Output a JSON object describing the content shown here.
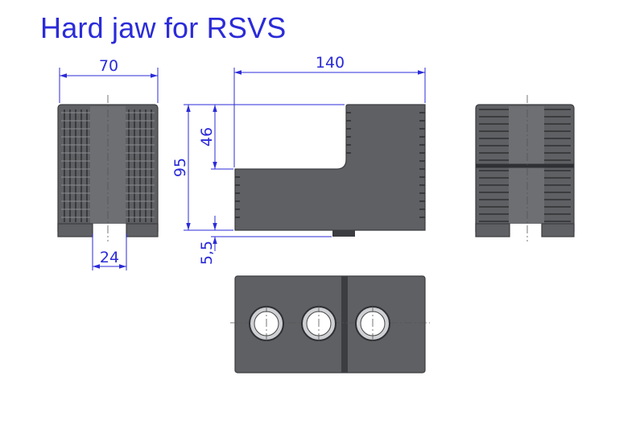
{
  "title": "Hard jaw for RSVS",
  "dimensions": {
    "width": "70",
    "length": "140",
    "height_total": "95",
    "step_height": "46",
    "key_width": "24",
    "key_height": "5,5"
  },
  "colors": {
    "dimension": "#2b2bd9",
    "part_body": "#5f6063",
    "title": "#2b2bd9"
  }
}
